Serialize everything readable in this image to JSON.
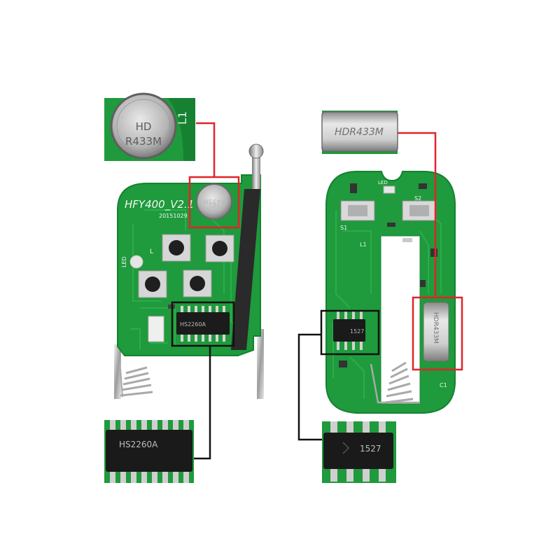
{
  "left_board": {
    "model": "HFY400_V2.1",
    "date": "20151029",
    "led_label": "LED",
    "l_label": "L",
    "resonator_line1": "HD",
    "resonator_line2": "R433M",
    "chip_label": "HS2260A"
  },
  "left_zoom_resonator": {
    "line1": "HD",
    "line2": "R433M",
    "silk_mark": "L1"
  },
  "left_zoom_chip": {
    "label": "HS2260A"
  },
  "right_board": {
    "led_label": "LED",
    "s1_label": "S1",
    "s2_label": "S2",
    "l1_label": "L1",
    "c1_label": "C1",
    "resonator_label": "HDR433M",
    "chip_label": "1527"
  },
  "right_zoom_resonator": {
    "label": "HDR433M"
  },
  "right_zoom_chip": {
    "label": "1527"
  },
  "colors": {
    "pcb": "#1f9a3c",
    "pcb_dark": "#13752a",
    "callout_red": "#e0242b",
    "callout_black": "#111111"
  }
}
